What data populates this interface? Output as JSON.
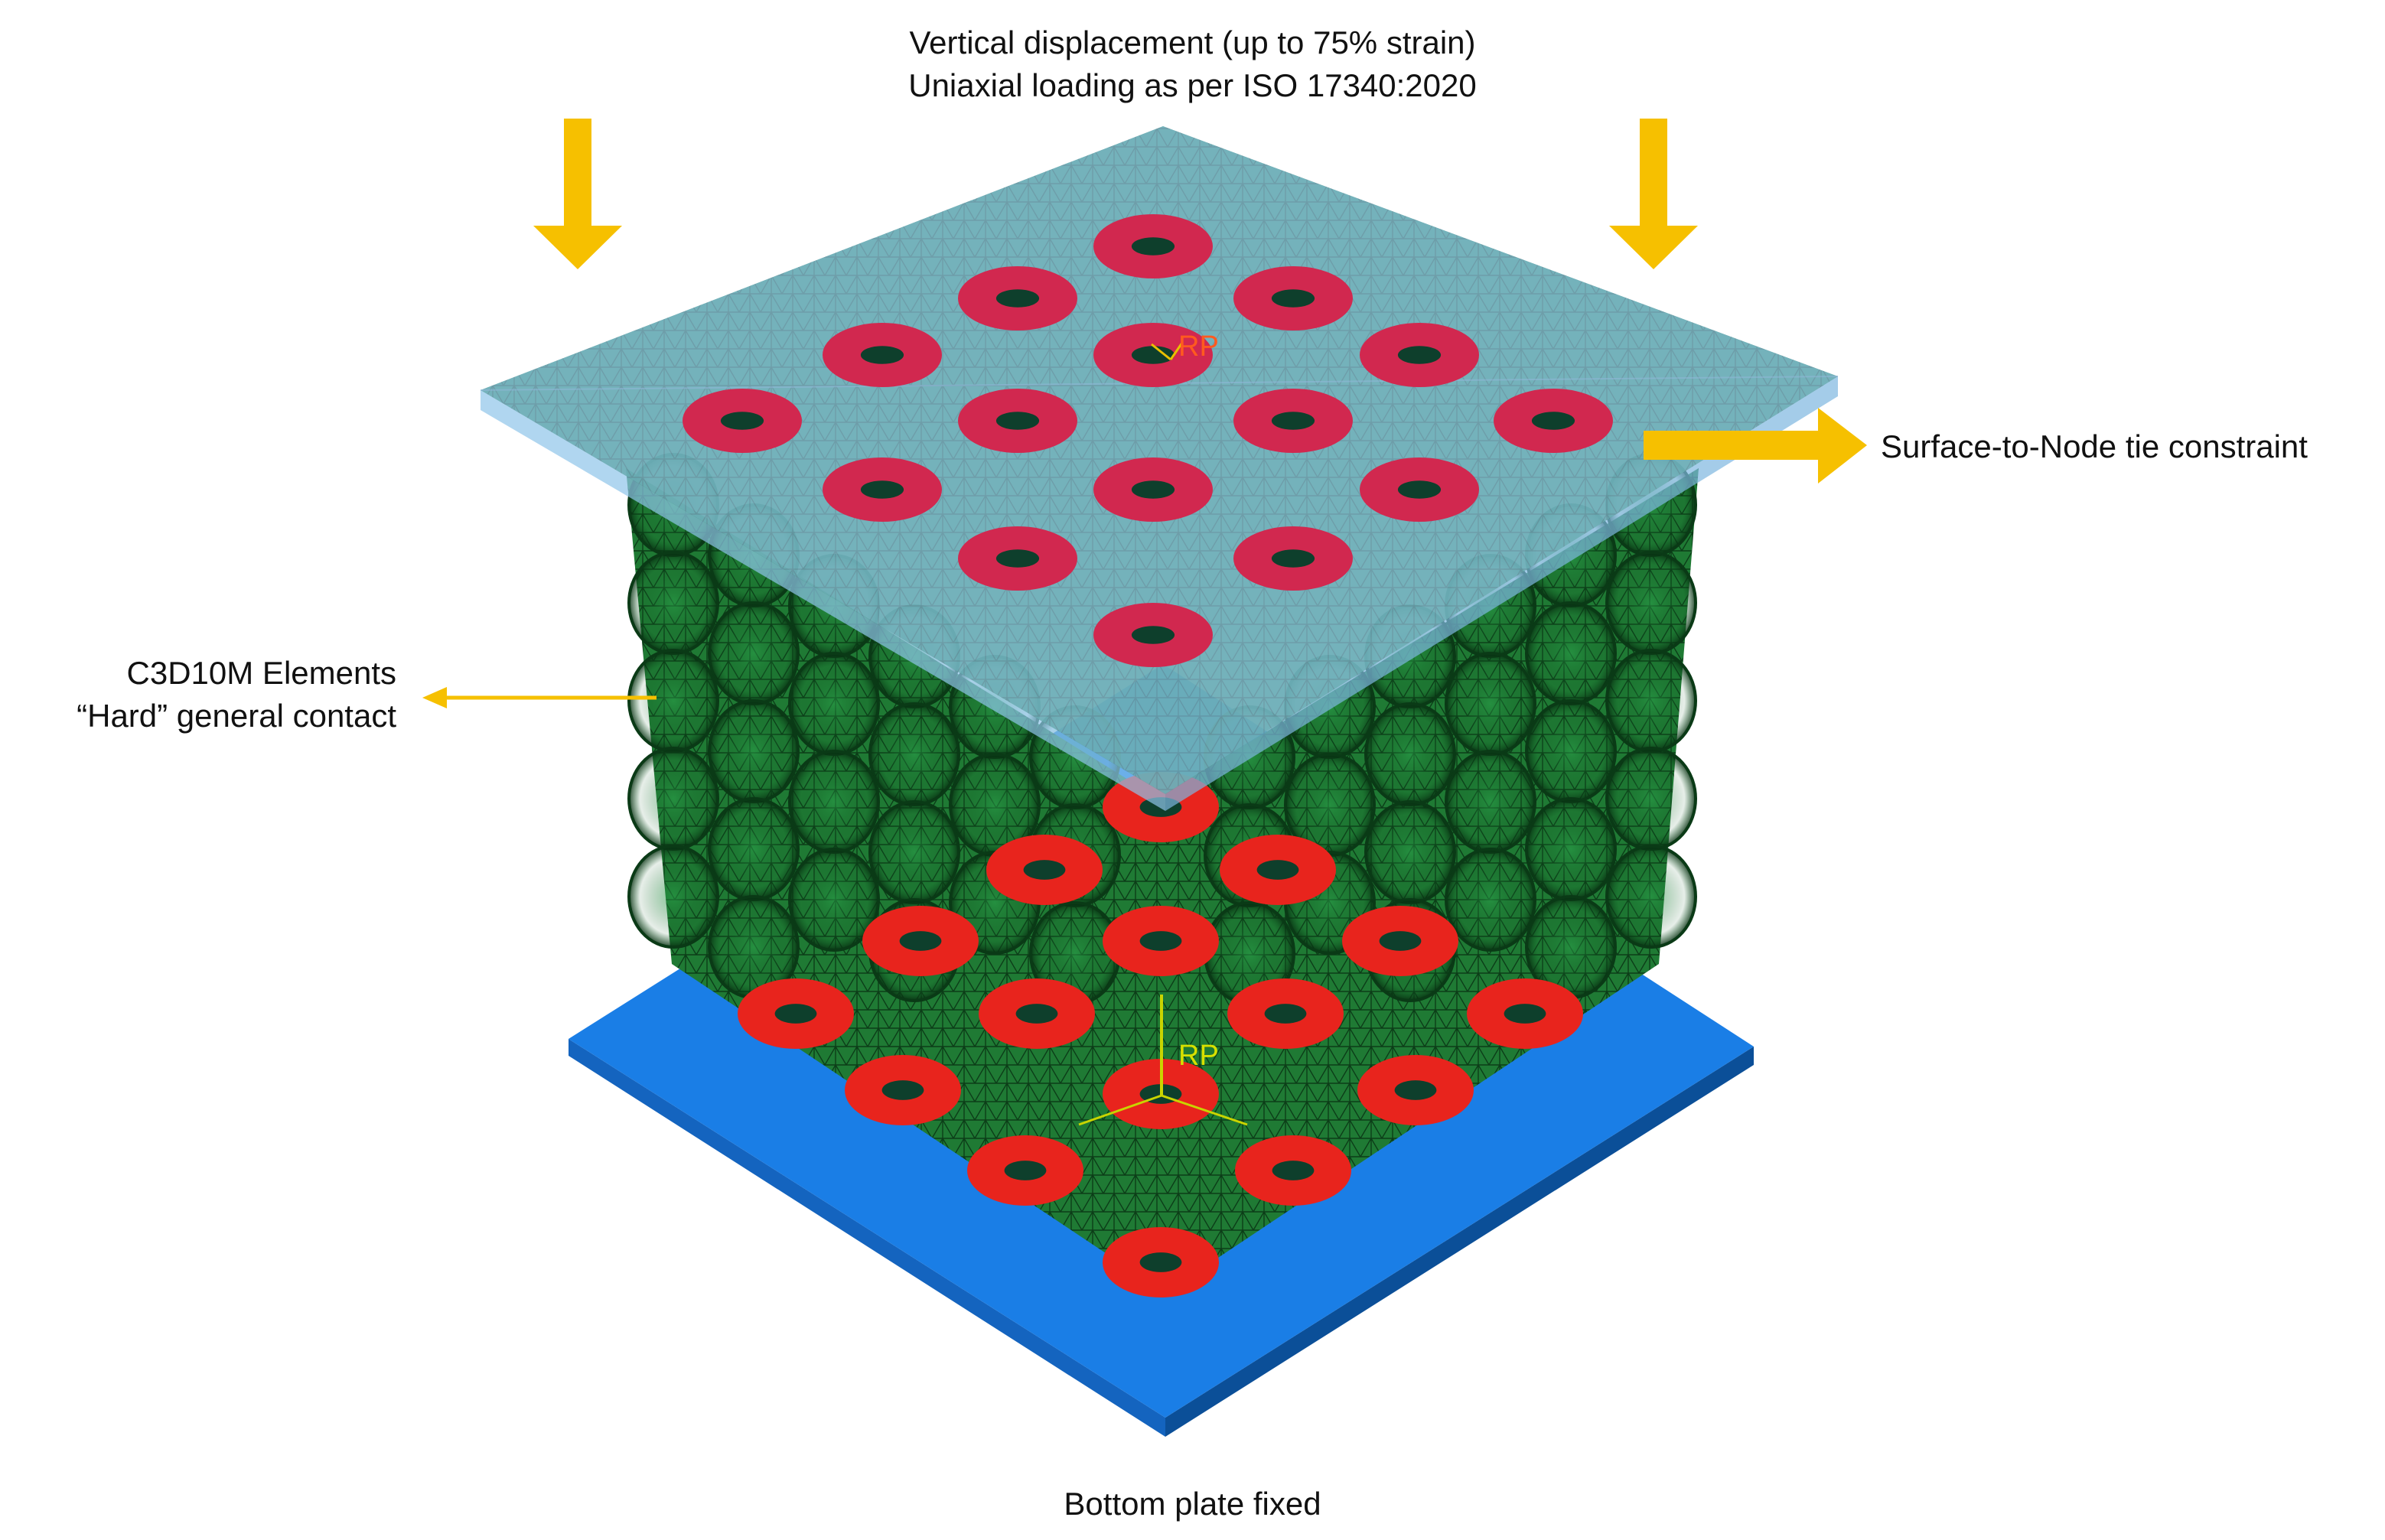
{
  "labels": {
    "top_line1": "Vertical displacement (up to 75% strain)",
    "top_line2": "Uniaxial loading as per ISO 17340:2020",
    "tie": "Surface-to-Node tie constraint",
    "elements_line1": "C3D10M Elements",
    "elements_line2": "“Hard” general contact",
    "bottom": "Bottom plate fixed",
    "rp_top": "RP",
    "rp_bottom": "RP"
  },
  "colors": {
    "top_plate": "#a9d3f2",
    "bottom_plate": "#1a7ee6",
    "lattice": "#1f7a34",
    "top_contacts": "#d1284f",
    "bottom_contacts": "#e8241d",
    "arrows": "#f6c000"
  }
}
